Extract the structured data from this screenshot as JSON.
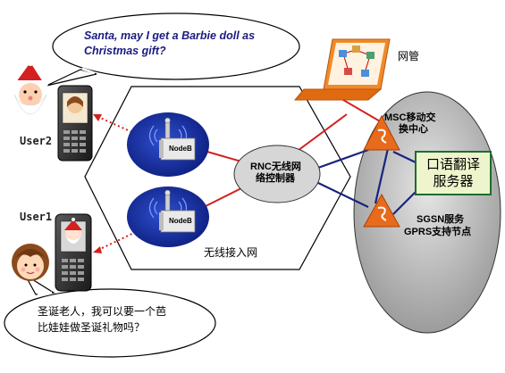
{
  "bubbles": {
    "top": "Santa, may I get a Barbie doll as Christmas gift?",
    "bottom_line1": "圣诞老人，我可以要一个芭",
    "bottom_line2": "比娃娃做圣诞礼物吗？"
  },
  "users": {
    "user2": "User2",
    "user1": "User1"
  },
  "nodes": {
    "nodeb_top": "NodeB",
    "nodeb_bottom": "NodeB"
  },
  "labels": {
    "netmgmt": "网管",
    "msc_line1": "MSC移动交",
    "msc_line2": "换中心",
    "rnc_line1": "RNC无线网",
    "rnc_line2": "络控制器",
    "ran": "无线接入网",
    "server_line1": "口语翻译",
    "server_line2": "服务器",
    "sgsn_line1": "SGSN服务",
    "sgsn_line2": "GPRS支持节点"
  },
  "colors": {
    "bubble_text": "#1a1a80",
    "node_fill": "#1a2f9e",
    "red_link": "#d42020",
    "blue_link": "#1a237e",
    "core_fill": "#b8b8b8",
    "server_fill": "#eef5cc",
    "server_border": "#1b6e2c",
    "laptop": "#e8761c"
  }
}
